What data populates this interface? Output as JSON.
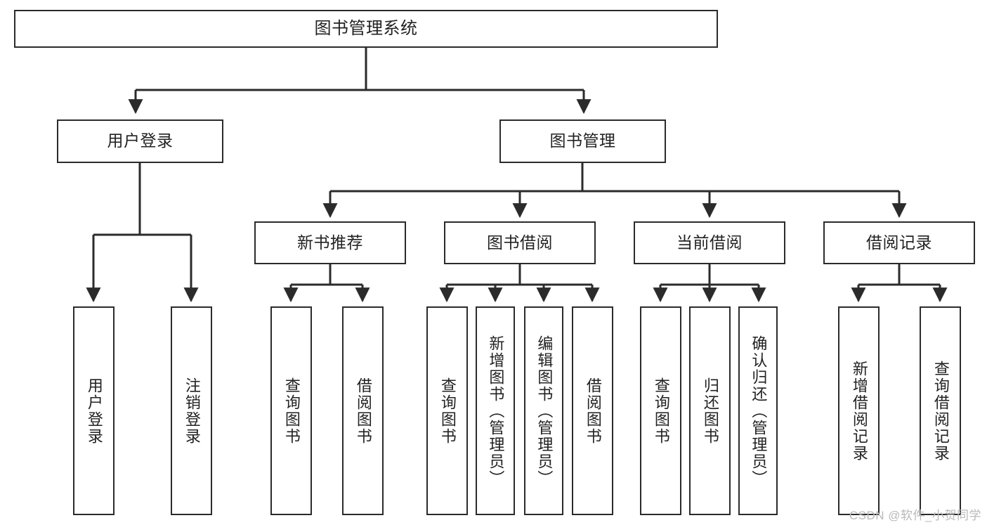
{
  "diagram": {
    "type": "tree",
    "title": "图书管理系统",
    "watermark": "CSDN @软件_小贺同学",
    "colors": {
      "box_border": "#2b2b2b",
      "box_fill": "#ffffff",
      "edge": "#2b2b2b",
      "text": "#222222",
      "watermark": "#b9b9b9"
    },
    "nodes": {
      "root": {
        "label": "图书管理系统",
        "level": 0
      },
      "l1": [
        {
          "id": "user_login",
          "label": "用户登录",
          "level": 1
        },
        {
          "id": "book_manage",
          "label": "图书管理",
          "level": 1
        }
      ],
      "l2": [
        {
          "id": "new_book_rec",
          "label": "新书推荐",
          "level": 2,
          "parent": "book_manage"
        },
        {
          "id": "book_borrow",
          "label": "图书借阅",
          "level": 2,
          "parent": "book_manage"
        },
        {
          "id": "current_borrow",
          "label": "当前借阅",
          "level": 2,
          "parent": "book_manage"
        },
        {
          "id": "borrow_record",
          "label": "借阅记录",
          "level": 2,
          "parent": "book_manage"
        }
      ],
      "leaves": [
        {
          "id": "leaf_user_login",
          "label": "用户登录",
          "parent": "user_login"
        },
        {
          "id": "leaf_user_logout",
          "label": "注销登录",
          "parent": "user_login"
        },
        {
          "id": "leaf_query_book_1",
          "label": "查询图书",
          "parent": "new_book_rec"
        },
        {
          "id": "leaf_borrow_book_1",
          "label": "借阅图书",
          "parent": "new_book_rec"
        },
        {
          "id": "leaf_query_book_2",
          "label": "查询图书",
          "parent": "book_borrow"
        },
        {
          "id": "leaf_add_book",
          "label": "新增图书（管理员）",
          "parent": "book_borrow"
        },
        {
          "id": "leaf_edit_book",
          "label": "编辑图书（管理员）",
          "parent": "book_borrow"
        },
        {
          "id": "leaf_borrow_book_2",
          "label": "借阅图书",
          "parent": "book_borrow"
        },
        {
          "id": "leaf_query_book_3",
          "label": "查询图书",
          "parent": "current_borrow"
        },
        {
          "id": "leaf_return_book",
          "label": "归还图书",
          "parent": "current_borrow"
        },
        {
          "id": "leaf_confirm_return",
          "label": "确认归还（管理员）",
          "parent": "current_borrow"
        },
        {
          "id": "leaf_add_record",
          "label": "新增借阅记录",
          "parent": "borrow_record"
        },
        {
          "id": "leaf_query_record",
          "label": "查询借阅记录",
          "parent": "borrow_record"
        }
      ]
    }
  }
}
